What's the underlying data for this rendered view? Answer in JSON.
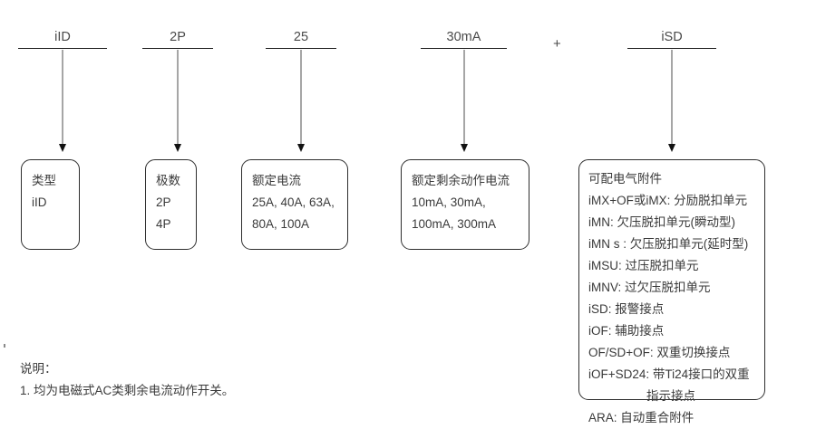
{
  "diagram": {
    "title_note": "",
    "connector_symbol": "+",
    "columns": [
      {
        "label": "iID"
      },
      {
        "label": "2P"
      },
      {
        "label": "25"
      },
      {
        "label": "30mA"
      },
      {
        "label": "iSD"
      }
    ],
    "boxes": [
      {
        "name": "type",
        "lines": [
          "类型",
          "iID"
        ]
      },
      {
        "name": "poles",
        "lines": [
          "极数",
          "2P",
          "4P"
        ]
      },
      {
        "name": "rated-current",
        "lines": [
          "额定电流",
          "25A, 40A, 63A,",
          "80A, 100A"
        ]
      },
      {
        "name": "rated-residual-current",
        "lines": [
          "额定剩余动作电流",
          "10mA, 30mA,",
          "100mA, 300mA"
        ]
      },
      {
        "name": "electrical-accessories",
        "lines": [
          "可配电气附件",
          "iMX+OF或iMX: 分励脱扣单元",
          "iMN: 欠压脱扣单元(瞬动型)",
          "iMN s : 欠压脱扣单元(延时型)",
          "iMSU: 过压脱扣单元",
          "iMNV: 过欠压脱扣单元",
          "iSD: 报警接点",
          "iOF: 辅助接点",
          "OF/SD+OF: 双重切换接点",
          "iOF+SD24: 带Ti24接口的双重",
          "指示接点",
          "ARA: 自动重合附件"
        ]
      }
    ],
    "footnotes": [
      "说明：",
      "1. 均为电磁式AC类剩余电流动作开关。"
    ]
  }
}
